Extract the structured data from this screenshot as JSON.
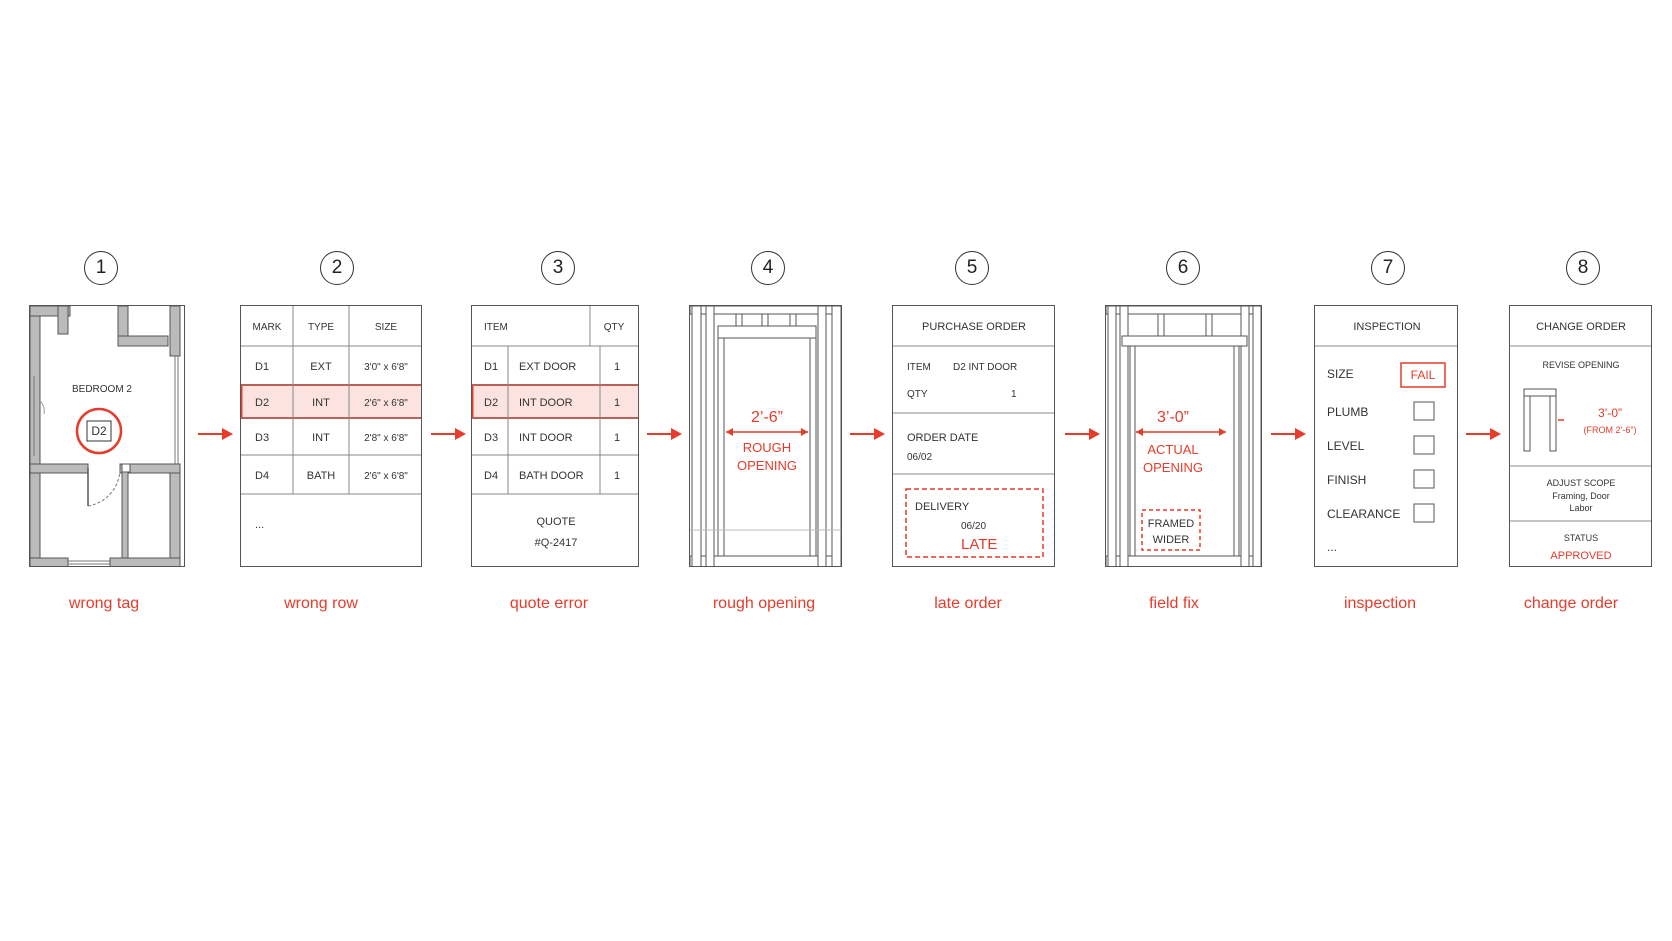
{
  "steps": [
    {
      "number": "1",
      "caption": "wrong tag"
    },
    {
      "number": "2",
      "caption": "wrong row"
    },
    {
      "number": "3",
      "caption": "quote error"
    },
    {
      "number": "4",
      "caption": "rough opening"
    },
    {
      "number": "5",
      "caption": "late order"
    },
    {
      "number": "6",
      "caption": "field fix"
    },
    {
      "number": "7",
      "caption": "inspection"
    },
    {
      "number": "8",
      "caption": "change order"
    }
  ],
  "plan": {
    "room_label": "BEDROOM 2",
    "door_tag": "D2"
  },
  "schedule": {
    "headers": [
      "MARK",
      "TYPE",
      "SIZE"
    ],
    "rows": [
      [
        "D1",
        "EXT",
        "3'0\" x 6'8\""
      ],
      [
        "D2",
        "INT",
        "2'6\" x 6'8\""
      ],
      [
        "D3",
        "INT",
        "2'8\" x 6'8\""
      ],
      [
        "D4",
        "BATH",
        "2'6\" x 6'8\""
      ]
    ],
    "more": "..."
  },
  "quote": {
    "headers": [
      "ITEM",
      "QTY"
    ],
    "rows": [
      [
        "D1",
        "EXT DOOR",
        "1"
      ],
      [
        "D2",
        "INT DOOR",
        "1"
      ],
      [
        "D3",
        "INT DOOR",
        "1"
      ],
      [
        "D4",
        "BATH DOOR",
        "1"
      ]
    ],
    "footer_label": "QUOTE",
    "footer_number": "#Q-2417"
  },
  "rough": {
    "dimension": "2’-6”",
    "label_line1": "ROUGH",
    "label_line2": "OPENING"
  },
  "po": {
    "title": "PURCHASE ORDER",
    "item_label": "ITEM",
    "item_value": "D2 INT DOOR",
    "qty_label": "QTY",
    "qty_value": "1",
    "order_date_label": "ORDER DATE",
    "order_date_value": "06/02",
    "delivery_label": "DELIVERY",
    "delivery_date": "06/20",
    "delivery_status": "LATE"
  },
  "field": {
    "dimension": "3’-0”",
    "label_line1": "ACTUAL",
    "label_line2": "OPENING",
    "note_line1": "FRAMED",
    "note_line2": "WIDER"
  },
  "inspection": {
    "title": "INSPECTION",
    "size_label": "SIZE",
    "size_result": "FAIL",
    "items": [
      "PLUMB",
      "LEVEL",
      "FINISH",
      "CLEARANCE"
    ],
    "more": "..."
  },
  "change_order": {
    "title": "CHANGE ORDER",
    "revise_label": "REVISE OPENING",
    "new_dim": "3’-0”",
    "from_dim": "(FROM 2’-6”)",
    "scope_label": "ADJUST SCOPE",
    "scope_line1": "Framing, Door",
    "scope_line2": "Labor",
    "status_label": "STATUS",
    "status_value": "APPROVED"
  },
  "colors": {
    "accent": "#e63c2b",
    "line": "#555555",
    "highlight": "#fde3df"
  }
}
